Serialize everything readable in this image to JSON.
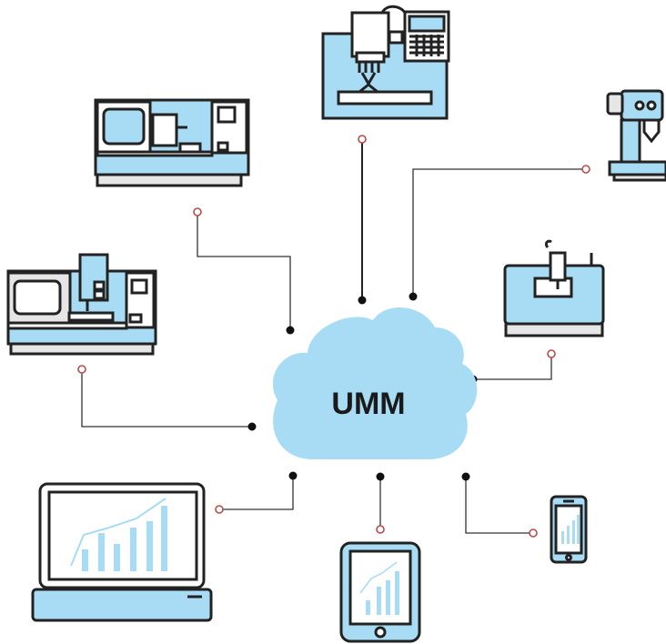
{
  "hub": {
    "label": "UMM",
    "color": "#a8dcf4"
  },
  "colors": {
    "device_fill": "#a8dcf4",
    "outline": "#222222",
    "connector_open": "#b84a4a",
    "connector_closed": "#111111"
  },
  "nodes": [
    {
      "id": "cnc-mill-top",
      "icon": "vertical-mill-icon"
    },
    {
      "id": "drill-press",
      "icon": "drill-press-icon"
    },
    {
      "id": "cnc-lathe",
      "icon": "cnc-lathe-icon"
    },
    {
      "id": "machining-center",
      "icon": "machining-center-icon"
    },
    {
      "id": "engraver",
      "icon": "desktop-engraver-icon"
    },
    {
      "id": "laptop",
      "icon": "laptop-chart-icon"
    },
    {
      "id": "tablet",
      "icon": "tablet-chart-icon"
    },
    {
      "id": "phone",
      "icon": "phone-chart-icon"
    }
  ]
}
